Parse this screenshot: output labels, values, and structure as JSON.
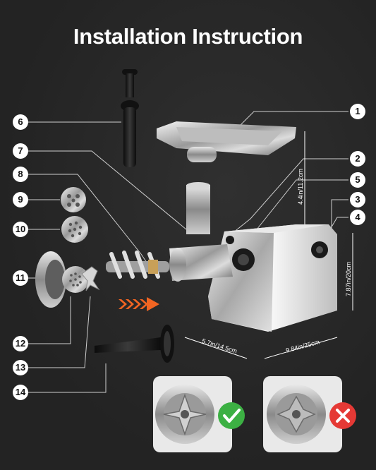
{
  "title": "Installation Instruction",
  "callouts": [
    "1",
    "2",
    "3",
    "4",
    "5",
    "6",
    "7",
    "8",
    "9",
    "10",
    "11",
    "12",
    "13",
    "14"
  ],
  "dimensions": {
    "height_top": "4.4in/11.2cm",
    "height_body": "7.87in/20cm",
    "width": "5.7in/14.5cm",
    "depth": "9.84in/25cm"
  },
  "comparison": {
    "correct_icon": "check-icon",
    "wrong_icon": "cross-icon",
    "correct_color": "#3cb043",
    "wrong_color": "#e53935"
  },
  "colors": {
    "background": "#262626",
    "arrow": "#f26522"
  }
}
